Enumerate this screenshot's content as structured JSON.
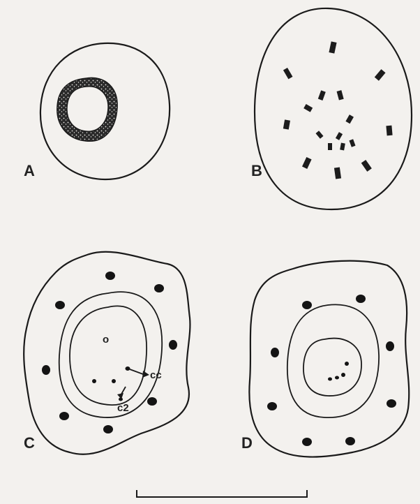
{
  "panels": {
    "a": {
      "label": "A"
    },
    "b": {
      "label": "B"
    },
    "c": {
      "label": "C",
      "annotations": {
        "o": "o",
        "cc": "cc",
        "c2": "c2"
      }
    },
    "d": {
      "label": "D"
    }
  },
  "colors": {
    "ink": "#1a1a1a",
    "paper": "#f3f1ee"
  }
}
